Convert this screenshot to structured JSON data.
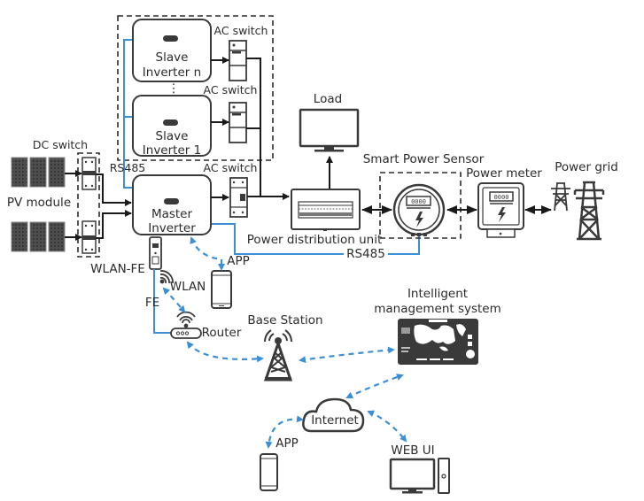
{
  "diagram": {
    "title": "PV system networking diagram",
    "nodes": {
      "pv_module": "PV module",
      "dc_switch": "DC switch",
      "slave_inverter_n": [
        "Slave",
        "Inverter n"
      ],
      "slave_inverter_1": [
        "Slave",
        "Inverter 1"
      ],
      "master_inverter": [
        "Master",
        "Inverter"
      ],
      "ac_switch_n": "AC switch",
      "ac_switch_1": "AC switch",
      "ac_switch_master": "AC switch",
      "load": "Load",
      "power_distribution_unit": "Power distribution unit",
      "smart_power_sensor": "Smart Power Sensor",
      "power_meter": "Power meter",
      "power_grid": "Power grid",
      "wlan_fe": "WLAN-FE",
      "app_local": "APP",
      "wlan": "WLAN",
      "fe": "FE",
      "router": "Router",
      "base_station": "Base Station",
      "intelligent_management_system": [
        "Intelligent",
        "management system"
      ],
      "internet": "Internet",
      "app_remote": "APP",
      "web_ui": "WEB UI",
      "rs485_top": "RS485",
      "rs485_bottom": "RS485",
      "ellipsis": "⋮"
    },
    "colors": {
      "comm_line": "#3a8fd6",
      "power_line": "#1a1a1a",
      "device": "#3a3a3a"
    }
  }
}
